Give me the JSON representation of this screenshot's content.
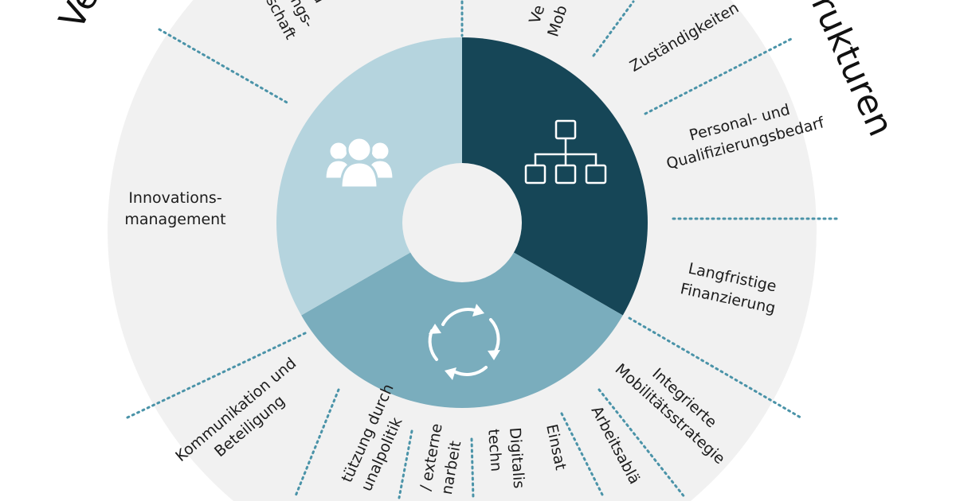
{
  "colors": {
    "ring": "#f1f1f1",
    "dark": "#164657",
    "medium": "#7aadbd",
    "light": "#b5d4de",
    "hole": "#f1f1f1",
    "dots": "#4a93a8"
  },
  "titles": {
    "left_fragment": "Ve",
    "right_fragment": "rukturen"
  },
  "icons": {
    "people": "people-group-icon",
    "org": "org-chart-icon",
    "cycle": "cycle-arrows-icon"
  },
  "labels": [
    {
      "lines": [
        "Ve",
        "Mob"
      ]
    },
    {
      "lines": [
        "Zuständigkeiten"
      ]
    },
    {
      "lines": [
        "Personal- und",
        "Qualifizierungsbedarf"
      ]
    },
    {
      "lines": [
        "Langfristige",
        "Finanzierung"
      ]
    },
    {
      "lines": [
        "Integrierte",
        "Mobilitätsstrategie"
      ]
    },
    {
      "lines": [
        "Arbeitsablä"
      ]
    },
    {
      "lines": [
        "Einsat"
      ]
    },
    {
      "lines": [
        "Digitalis",
        "techn"
      ]
    },
    {
      "lines": [
        "/ externe",
        "narbeit"
      ]
    },
    {
      "lines": [
        "tützung durch",
        "unalpolitik"
      ]
    },
    {
      "lines": [
        "Kommunikation und",
        "Beteiligung"
      ]
    },
    {
      "lines": [
        "Innovations-",
        "management"
      ]
    },
    {
      "lines": [
        "d",
        "ungs-",
        "schaft"
      ]
    }
  ]
}
